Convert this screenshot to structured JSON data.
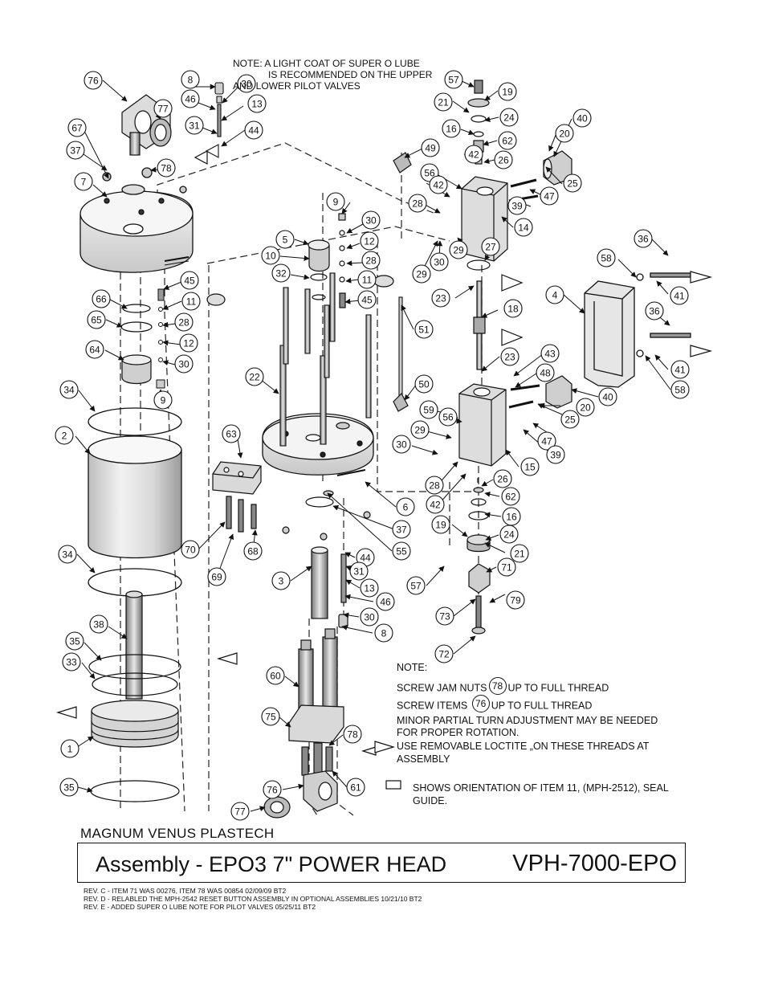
{
  "notes": {
    "top_lines": [
      "NOTE: A LIGHT COAT OF SUPER O LUBE",
      "IS RECOMMENDED ON THE UPPER",
      "AND LOWER PILOT VALVES"
    ],
    "bottom_heading": "NOTE:",
    "jam_nuts_pre": "SCREW JAM NUTS",
    "jam_nuts_ref": "78",
    "jam_nuts_post": "UP TO FULL THREAD",
    "items_pre": "SCREW ITEMS",
    "items_ref": "76",
    "items_post": "UP TO FULL THREAD",
    "adjust_line1": "MINOR PARTIAL TURN ADJUSTMENT MAY BE NEEDED",
    "adjust_line2": "FOR PROPER ROTATION."
  },
  "legend": {
    "loctite": "USE REMOVABLE LOCTITE „ON THESE THREADS AT ASSEMBLY",
    "orientation": "SHOWS ORIENTATION OF ITEM 11, (MPH-2512), SEAL GUIDE."
  },
  "title_block": {
    "company": "MAGNUM VENUS PLASTECH",
    "title": "Assembly - EPO3 7\" POWER HEAD",
    "part_number": "VPH-7000-EPO",
    "revisions": [
      "REV. C - ITEM 71 WAS 00276, ITEM 78 WAS 00854    02/09/09  BT2",
      "REV. D - RELABLED THE MPH-2542 RESET BUTTON ASSEMBLY IN OPTIONAL ASSEMBLIES     10/21/10  BT2",
      "REV. E - ADDED SUPER O LUBE NOTE FOR PILOT VALVES     05/25/11  BT2"
    ]
  },
  "balloons": [
    {
      "label": "76"
    },
    {
      "label": "8"
    },
    {
      "label": "30"
    },
    {
      "label": "46"
    },
    {
      "label": "13"
    },
    {
      "label": "77"
    },
    {
      "label": "31"
    },
    {
      "label": "44"
    },
    {
      "label": "67"
    },
    {
      "label": "37"
    },
    {
      "label": "78"
    },
    {
      "label": "7"
    },
    {
      "label": "9"
    },
    {
      "label": "30"
    },
    {
      "label": "12"
    },
    {
      "label": "28"
    },
    {
      "label": "5"
    },
    {
      "label": "10"
    },
    {
      "label": "32"
    },
    {
      "label": "11"
    },
    {
      "label": "45"
    },
    {
      "label": "45"
    },
    {
      "label": "11"
    },
    {
      "label": "28"
    },
    {
      "label": "12"
    },
    {
      "label": "30"
    },
    {
      "label": "9"
    },
    {
      "label": "66"
    },
    {
      "label": "65"
    },
    {
      "label": "64"
    },
    {
      "label": "34"
    },
    {
      "label": "2"
    },
    {
      "label": "34"
    },
    {
      "label": "38"
    },
    {
      "label": "35"
    },
    {
      "label": "33"
    },
    {
      "label": "1"
    },
    {
      "label": "35"
    },
    {
      "label": "57"
    },
    {
      "label": "19"
    },
    {
      "label": "21"
    },
    {
      "label": "24"
    },
    {
      "label": "16"
    },
    {
      "label": "62"
    },
    {
      "label": "49"
    },
    {
      "label": "42"
    },
    {
      "label": "26"
    },
    {
      "label": "56"
    },
    {
      "label": "28"
    },
    {
      "label": "42"
    },
    {
      "label": "14"
    },
    {
      "label": "30"
    },
    {
      "label": "29"
    },
    {
      "label": "27"
    },
    {
      "label": "29"
    },
    {
      "label": "40"
    },
    {
      "label": "20"
    },
    {
      "label": "25"
    },
    {
      "label": "47"
    },
    {
      "label": "39"
    },
    {
      "label": "23"
    },
    {
      "label": "18"
    },
    {
      "label": "51"
    },
    {
      "label": "23"
    },
    {
      "label": "43"
    },
    {
      "label": "48"
    },
    {
      "label": "50"
    },
    {
      "label": "59"
    },
    {
      "label": "56"
    },
    {
      "label": "29"
    },
    {
      "label": "30"
    },
    {
      "label": "28"
    },
    {
      "label": "42"
    },
    {
      "label": "26"
    },
    {
      "label": "62"
    },
    {
      "label": "16"
    },
    {
      "label": "19"
    },
    {
      "label": "24"
    },
    {
      "label": "21"
    },
    {
      "label": "15"
    },
    {
      "label": "25"
    },
    {
      "label": "20"
    },
    {
      "label": "40"
    },
    {
      "label": "47"
    },
    {
      "label": "39"
    },
    {
      "label": "36"
    },
    {
      "label": "58"
    },
    {
      "label": "41"
    },
    {
      "label": "4"
    },
    {
      "label": "36"
    },
    {
      "label": "41"
    },
    {
      "label": "58"
    },
    {
      "label": "22"
    },
    {
      "label": "63"
    },
    {
      "label": "6"
    },
    {
      "label": "37"
    },
    {
      "label": "55"
    },
    {
      "label": "70"
    },
    {
      "label": "69"
    },
    {
      "label": "68"
    },
    {
      "label": "3"
    },
    {
      "label": "44"
    },
    {
      "label": "31"
    },
    {
      "label": "13"
    },
    {
      "label": "46"
    },
    {
      "label": "30"
    },
    {
      "label": "8"
    },
    {
      "label": "57"
    },
    {
      "label": "71"
    },
    {
      "label": "79"
    },
    {
      "label": "73"
    },
    {
      "label": "72"
    },
    {
      "label": "60"
    },
    {
      "label": "75"
    },
    {
      "label": "78"
    },
    {
      "label": "76"
    },
    {
      "label": "61"
    },
    {
      "label": "77"
    }
  ]
}
